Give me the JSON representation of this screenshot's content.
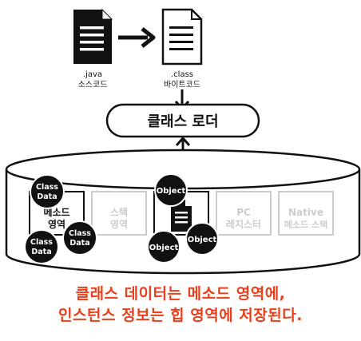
{
  "files": {
    "java": {
      "ext": ".java",
      "name": "소스코드"
    },
    "class": {
      "ext": ".class",
      "name": "바이트코드"
    }
  },
  "loader": {
    "label": "클래스 로더"
  },
  "areas": {
    "method": {
      "line1": "메소드",
      "line2": "영역"
    },
    "stack": {
      "line1": "스택",
      "line2": "영역"
    },
    "heap_label": "",
    "pc": {
      "line1": "PC",
      "line2": "레지스터"
    },
    "native": {
      "line1": "Native",
      "line2": "메소드 스택"
    }
  },
  "class_data": [
    {
      "line1": "Class",
      "line2": "Data"
    },
    {
      "line1": "Class",
      "line2": "Data"
    },
    {
      "line1": "Class",
      "line2": "Data"
    }
  ],
  "objects": [
    "Object",
    "Object",
    "Object"
  ],
  "caption": {
    "line1": "클래스 데이터는 메소드 영역에,",
    "line2": "인스턴스 정보는 힙 영역에 저장된다."
  },
  "colors": {
    "dark": "#111111",
    "faded": "#cccccc",
    "accent": "#e8401c"
  }
}
